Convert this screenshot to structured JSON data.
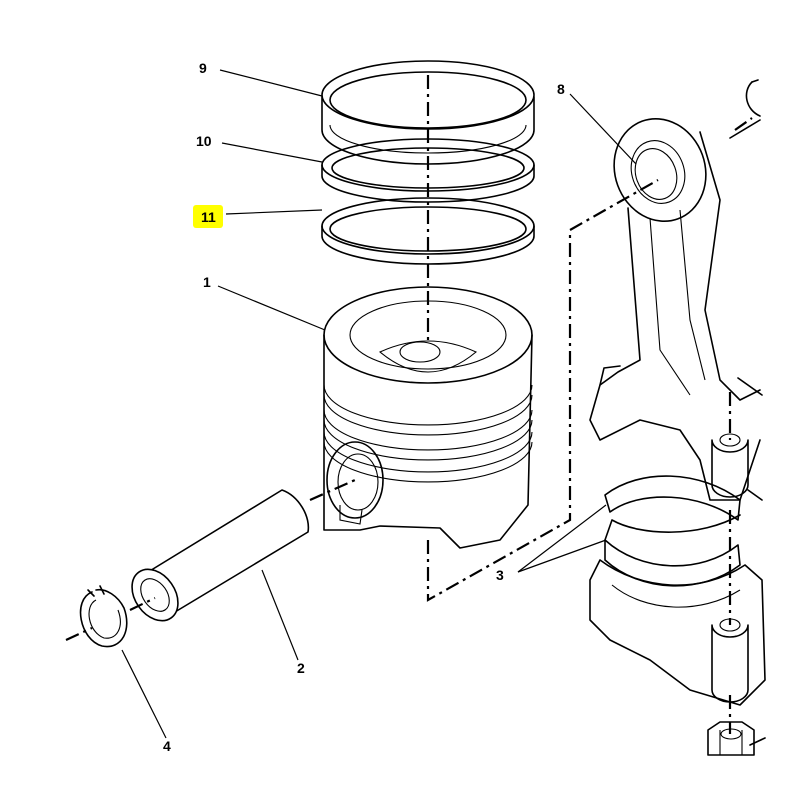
{
  "diagram": {
    "highlight_color": "#ffff00",
    "callouts": [
      {
        "id": "1",
        "label": "1"
      },
      {
        "id": "2",
        "label": "2"
      },
      {
        "id": "3",
        "label": "3"
      },
      {
        "id": "4",
        "label": "4"
      },
      {
        "id": "8",
        "label": "8"
      },
      {
        "id": "9",
        "label": "9"
      },
      {
        "id": "10",
        "label": "10"
      },
      {
        "id": "11",
        "label": "11",
        "highlighted": true
      }
    ]
  }
}
